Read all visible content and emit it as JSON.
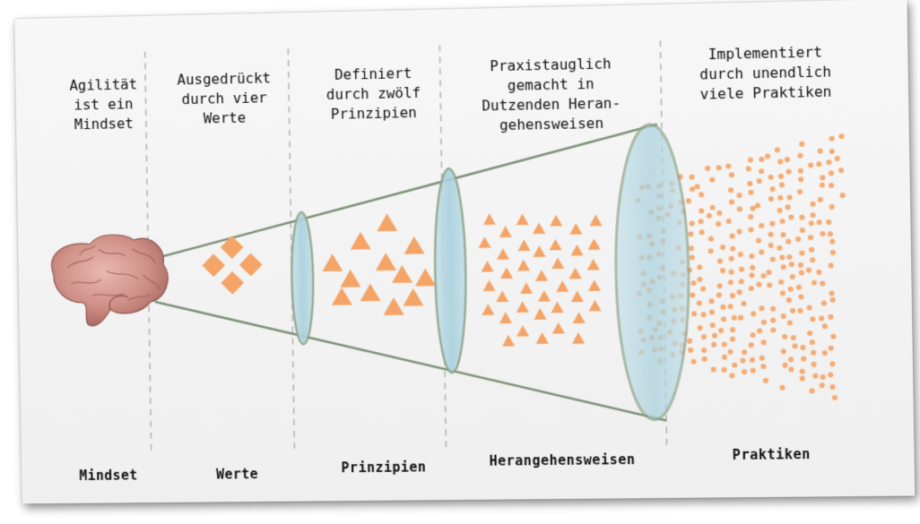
{
  "columns": [
    {
      "heading": "Agilität\nist ein\nMindset",
      "label": "Mindset"
    },
    {
      "heading": "Ausgedrückt\ndurch vier\nWerte",
      "label": "Werte"
    },
    {
      "heading": "Definiert\ndurch zwölf\nPrinzipien",
      "label": "Prinzipien"
    },
    {
      "heading": "Praxistauglich\ngemacht in\nDutzenden Heran-\ngehensweisen",
      "label": "Herangehensweisen"
    },
    {
      "heading": "Implementiert\ndurch unendlich\nviele Praktiken",
      "label": "Praktiken"
    }
  ],
  "icons": {
    "brain": "brain-icon",
    "value": "diamond-shape",
    "principle": "triangle-shape",
    "approach": "small-triangle-shape",
    "practice": "dot-shape",
    "lens": "lens-ellipse"
  },
  "colors": {
    "accent": "#F4A466",
    "lens_fill": "#AED3E0",
    "lens_stroke": "#8FA58A",
    "cone": "#7E9178",
    "divider": "#AAAAAA"
  },
  "counts": {
    "values": 4,
    "principles": 12,
    "approaches": 40,
    "practices": 300
  }
}
